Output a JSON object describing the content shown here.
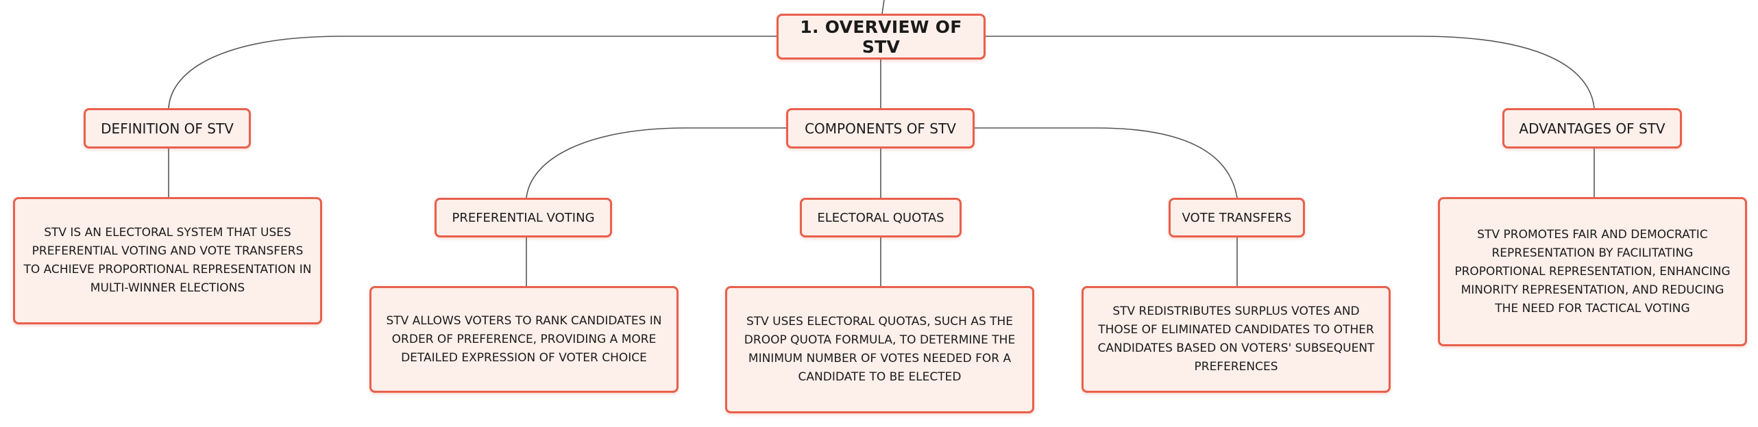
{
  "mindmap": {
    "root": {
      "label": "1. OVERVIEW OF STV"
    },
    "definition": {
      "label": "DEFINITION OF STV",
      "detail": "STV IS AN ELECTORAL SYSTEM THAT USES PREFERENTIAL VOTING AND VOTE TRANSFERS TO ACHIEVE PROPORTIONAL REPRESENTATION IN MULTI-WINNER ELECTIONS"
    },
    "components": {
      "label": "COMPONENTS OF STV",
      "preferential_voting": {
        "label": "PREFERENTIAL VOTING",
        "detail": "STV ALLOWS VOTERS TO RANK CANDIDATES IN ORDER OF PREFERENCE, PROVIDING A MORE DETAILED EXPRESSION OF VOTER CHOICE"
      },
      "electoral_quotas": {
        "label": "ELECTORAL QUOTAS",
        "detail": "STV USES ELECTORAL QUOTAS, SUCH AS THE DROOP QUOTA FORMULA, TO DETERMINE THE MINIMUM NUMBER OF VOTES NEEDED FOR A CANDIDATE TO BE ELECTED"
      },
      "vote_transfers": {
        "label": "VOTE TRANSFERS",
        "detail": "STV REDISTRIBUTES SURPLUS VOTES AND THOSE OF ELIMINATED CANDIDATES TO OTHER CANDIDATES BASED ON VOTERS' SUBSEQUENT PREFERENCES"
      }
    },
    "advantages": {
      "label": "ADVANTAGES OF STV",
      "detail": "STV PROMOTES FAIR AND DEMOCRATIC REPRESENTATION BY FACILITATING PROPORTIONAL REPRESENTATION, ENHANCING MINORITY REPRESENTATION, AND REDUCING THE NEED FOR TACTICAL VOTING"
    }
  },
  "colors": {
    "node_border": "#e8604c",
    "node_fill": "#fdefea",
    "connector": "#555555",
    "text": "#1a1a1a"
  }
}
